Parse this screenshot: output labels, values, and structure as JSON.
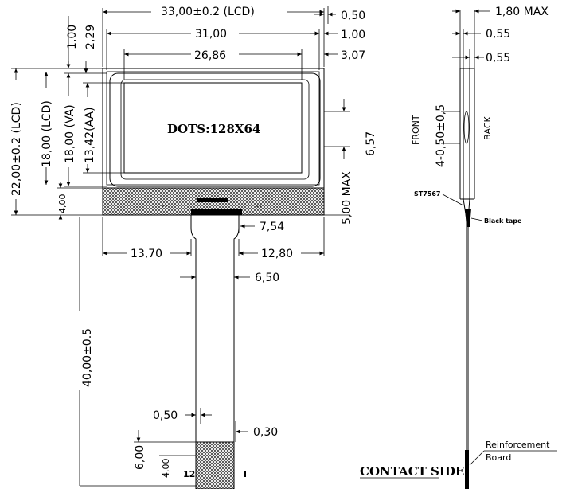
{
  "front_view": {
    "dots_label": "DOTS:128X64",
    "dim_lcd_width": "33,00±0.2 (LCD)",
    "dim_va_width": "31,00",
    "dim_aa_width": "26,86",
    "dim_offset_050": "0,50",
    "dim_offset_100": "1,00",
    "dim_offset_307": "3,07",
    "dim_top_100": "1,00",
    "dim_top_229": "2,29",
    "dim_lcd_height": "22,00±0.2 (LCD)",
    "dim_lcd_18": "18,00 (LCD)",
    "dim_va_height": "18,00 (VA)",
    "dim_aa_height": "13,42(AA)",
    "dim_400": "4,00",
    "dim_657": "6,57",
    "dim_500max": "5,00 MAX",
    "dim_754": "7,54",
    "dim_1370": "13,70",
    "dim_1280": "12,80",
    "dim_650": "6,50",
    "dim_4000": "40,00±0.5",
    "dim_050b": "0,50",
    "dim_030": "0,30",
    "dim_600": "6,00",
    "dim_4000b": "4,00",
    "pin_12": "12",
    "pin_1": "1",
    "contact_side": "CONTACT SIDE"
  },
  "side_view": {
    "dim_180max": "1,80 MAX",
    "dim_055a": "0,55",
    "dim_055b": "0,55",
    "dim_holes": "4-0,50±0,5",
    "front": "FRONT",
    "back": "BACK",
    "ic_label": "ST7567",
    "black_tape": "Black tape",
    "reinforcement_1": "Reinforcement",
    "reinforcement_2": "Board"
  }
}
